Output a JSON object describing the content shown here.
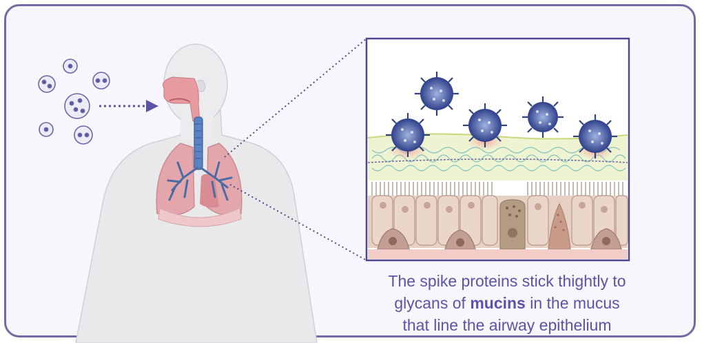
{
  "caption": {
    "line1": "The spike proteins stick thightly to",
    "line2_before": "glycans of ",
    "line2_bold": "mucins",
    "line2_after": " in the mucus",
    "line3": "that line the airway epithelium"
  },
  "colors": {
    "frame": "#6f6aa6",
    "accent": "#5b54a6",
    "virus": "#3d4c96",
    "lung": "#e3a7ab",
    "bronchi": "#4a6ba6",
    "mucus": "#e8f0c6",
    "cells": "#e2cbc0"
  },
  "icons": [
    "droplet-icon",
    "virus-icon",
    "human-icon",
    "lung-icon",
    "cell-icon"
  ]
}
